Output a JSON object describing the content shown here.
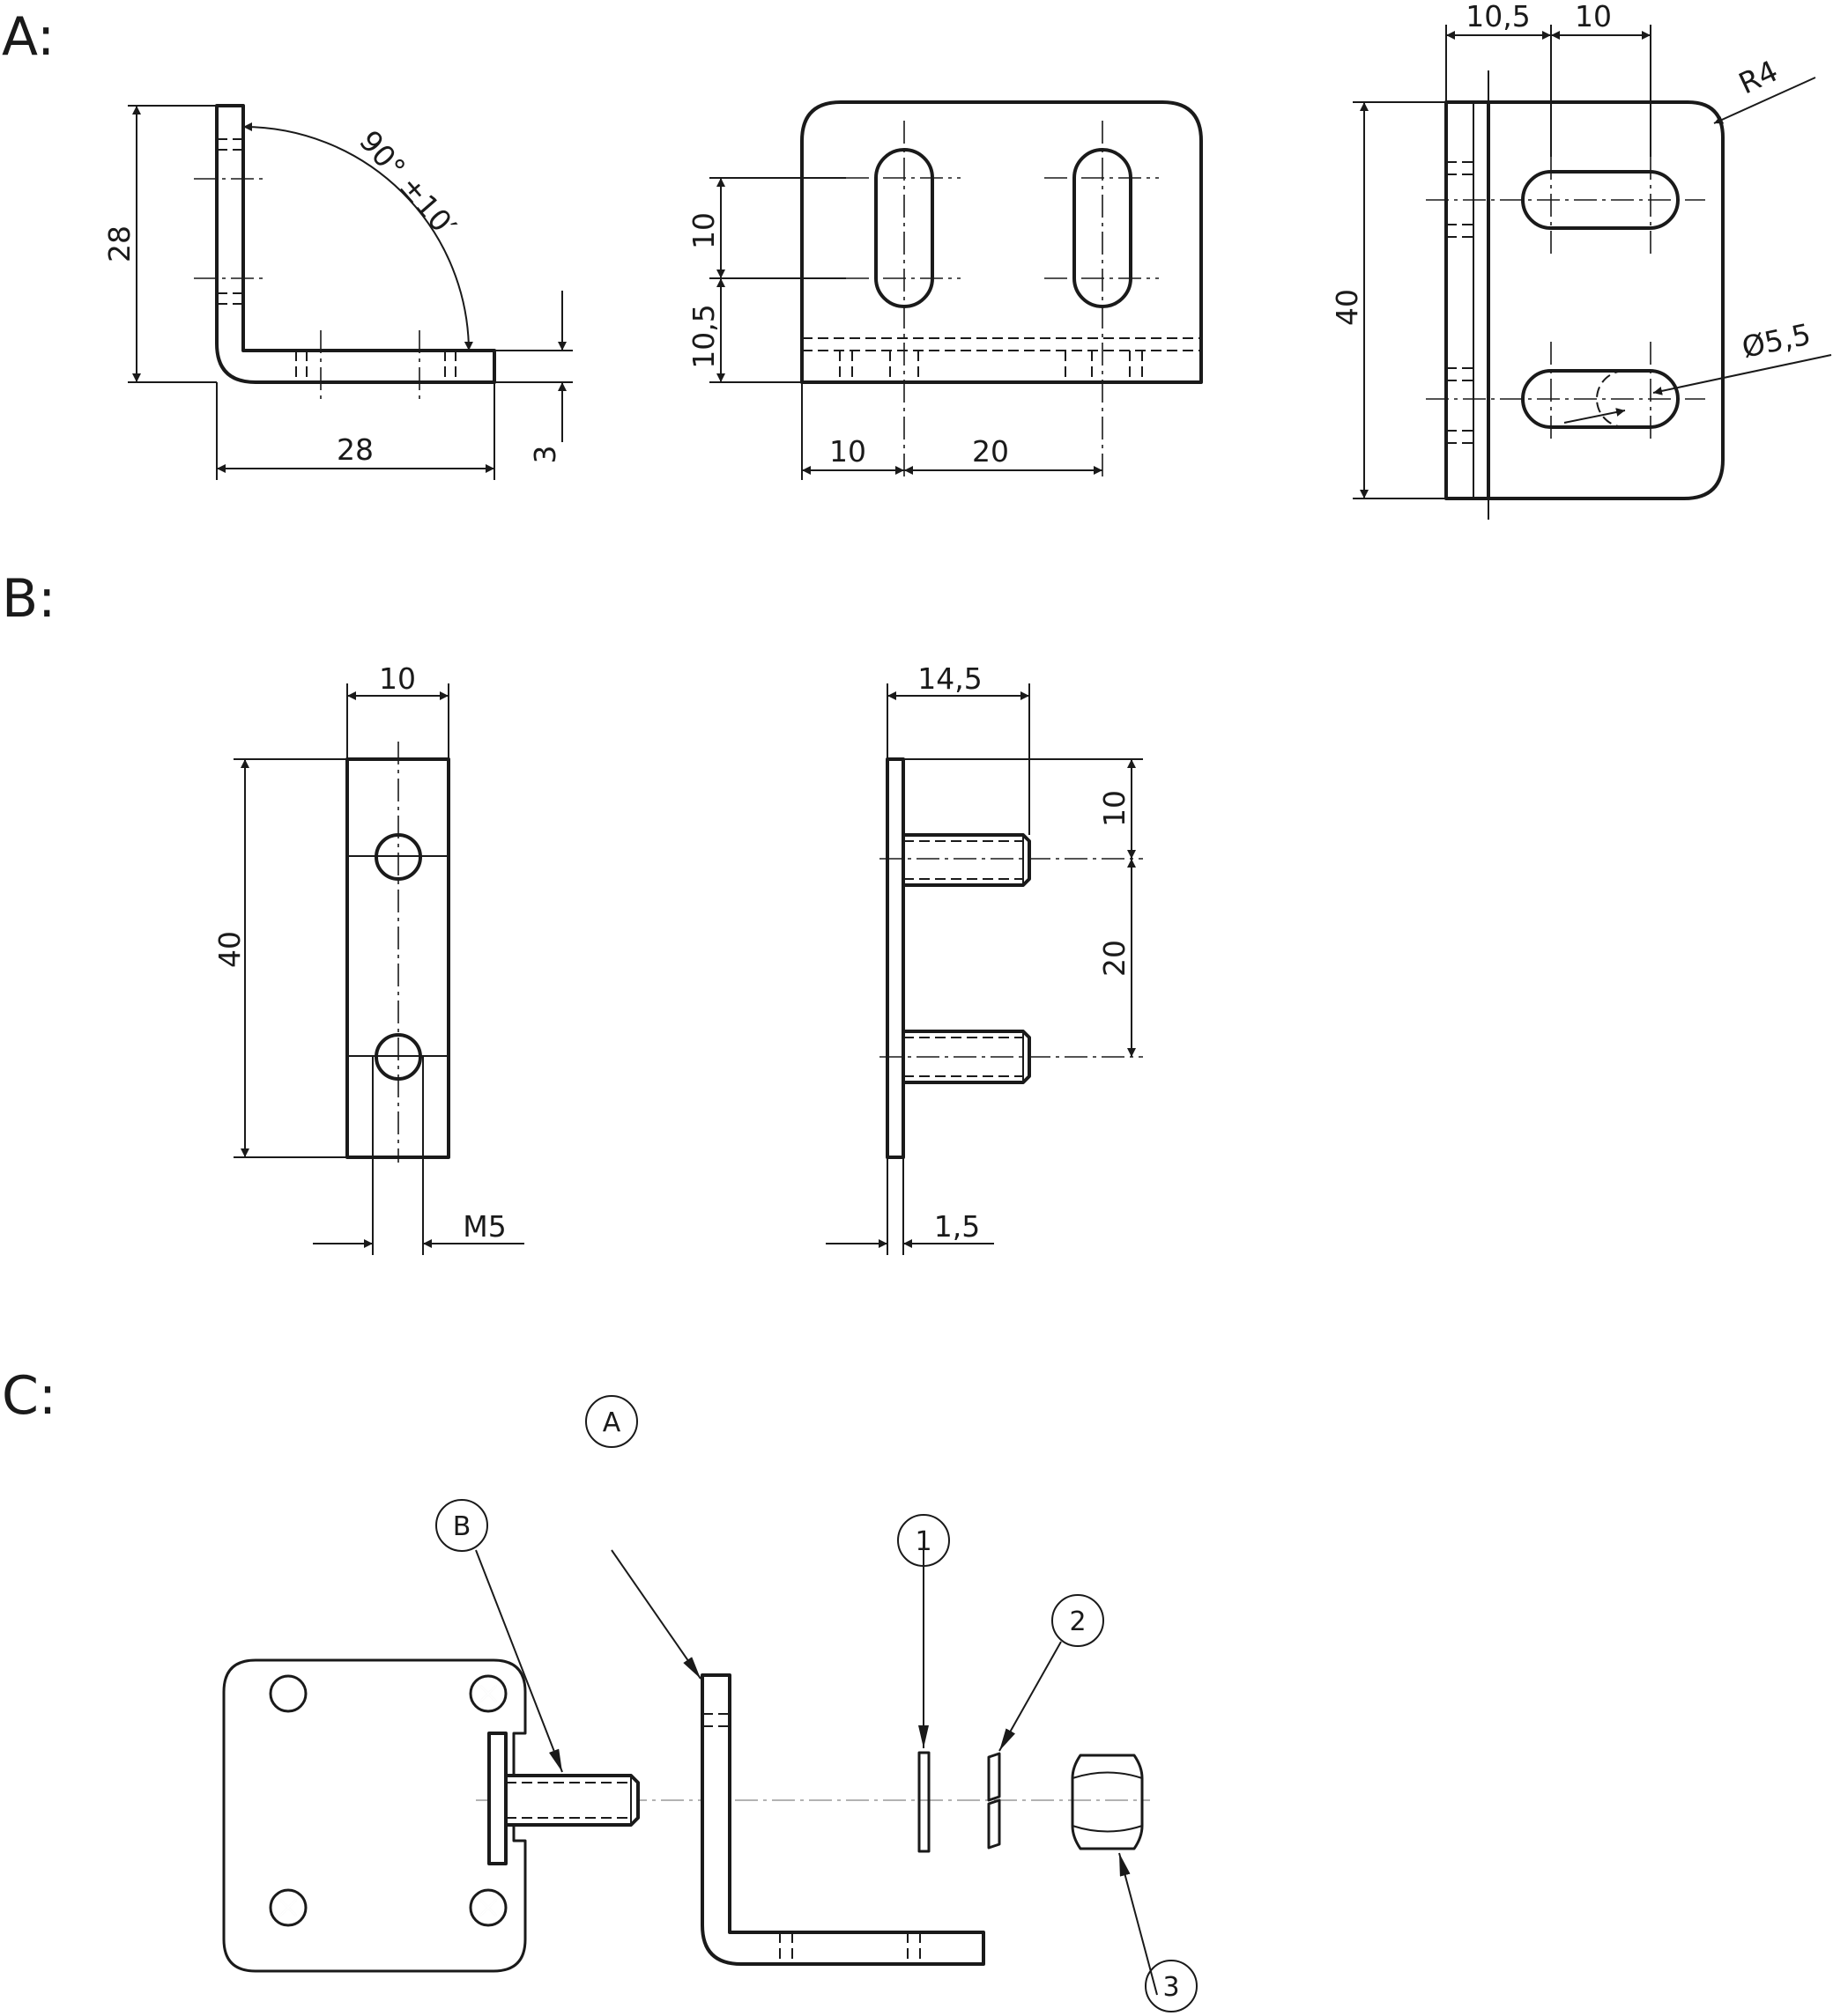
{
  "sections": {
    "a": "A:",
    "b": "B:",
    "c": "C:"
  },
  "view_a1": {
    "height": "28",
    "length": "28",
    "thickness": "3",
    "angle": "90° ±10′"
  },
  "view_a2": {
    "slot_vertical_spacing": "10",
    "slot_to_bottom": "10,5",
    "edge_to_slot": "10",
    "slot_spacing": "20"
  },
  "view_a3": {
    "flange_width": "10,5",
    "slot_length": "10",
    "corner_radius": "R4",
    "height": "40",
    "slot_width": "Ø5,5"
  },
  "view_b1": {
    "width": "10",
    "height": "40",
    "thread": "M5"
  },
  "view_b2": {
    "stud_length": "14,5",
    "top_to_stud": "10",
    "stud_spacing": "20",
    "plate_thickness": "1,5"
  },
  "assembly": {
    "balloons": {
      "a": "A",
      "b": "B",
      "one": "1",
      "two": "2",
      "three": "3"
    }
  }
}
